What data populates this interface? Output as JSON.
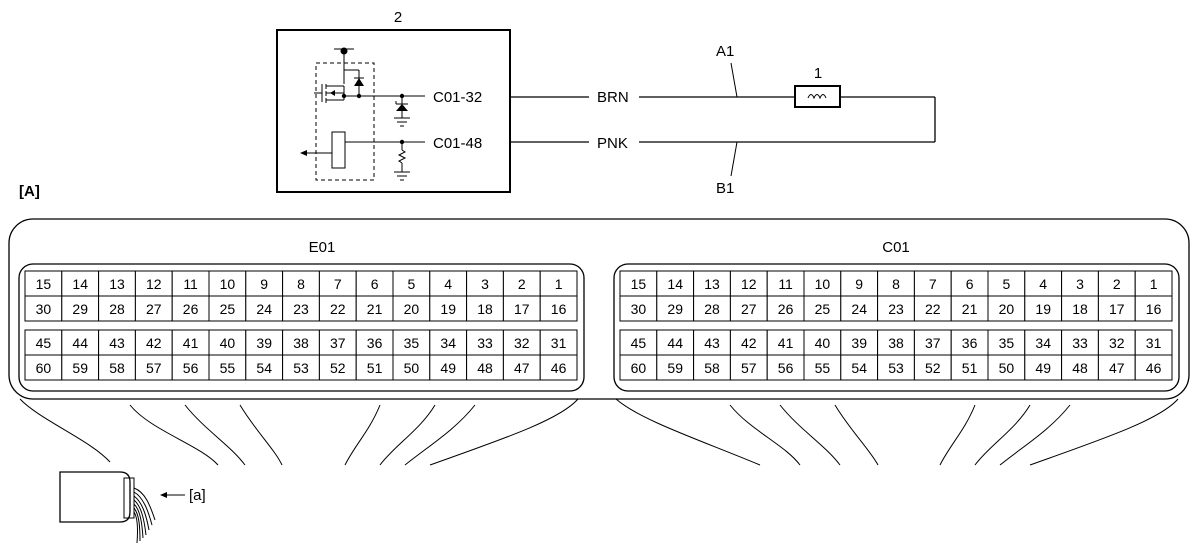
{
  "schematic": {
    "ecu_callout": "2",
    "fuse_callout": "1",
    "pin_top": "C01-32",
    "pin_bottom": "C01-48",
    "wire_top_color": "BRN",
    "wire_bottom_color": "PNK",
    "wire_top_id": "A1",
    "wire_bottom_id": "B1"
  },
  "view_label": "[A]",
  "connector_left": {
    "name": "E01",
    "rows": [
      [
        "15",
        "14",
        "13",
        "12",
        "11",
        "10",
        "9",
        "8",
        "7",
        "6",
        "5",
        "4",
        "3",
        "2",
        "1"
      ],
      [
        "30",
        "29",
        "28",
        "27",
        "26",
        "25",
        "24",
        "23",
        "22",
        "21",
        "20",
        "19",
        "18",
        "17",
        "16"
      ],
      [
        "45",
        "44",
        "43",
        "42",
        "41",
        "40",
        "39",
        "38",
        "37",
        "36",
        "35",
        "34",
        "33",
        "32",
        "31"
      ],
      [
        "60",
        "59",
        "58",
        "57",
        "56",
        "55",
        "54",
        "53",
        "52",
        "51",
        "50",
        "49",
        "48",
        "47",
        "46"
      ]
    ]
  },
  "connector_right": {
    "name": "C01",
    "rows": [
      [
        "15",
        "14",
        "13",
        "12",
        "11",
        "10",
        "9",
        "8",
        "7",
        "6",
        "5",
        "4",
        "3",
        "2",
        "1"
      ],
      [
        "30",
        "29",
        "28",
        "27",
        "26",
        "25",
        "24",
        "23",
        "22",
        "21",
        "20",
        "19",
        "18",
        "17",
        "16"
      ],
      [
        "45",
        "44",
        "43",
        "42",
        "41",
        "40",
        "39",
        "38",
        "37",
        "36",
        "35",
        "34",
        "33",
        "32",
        "31"
      ],
      [
        "60",
        "59",
        "58",
        "57",
        "56",
        "55",
        "54",
        "53",
        "52",
        "51",
        "50",
        "49",
        "48",
        "47",
        "46"
      ]
    ]
  },
  "harness_label": "[a]"
}
